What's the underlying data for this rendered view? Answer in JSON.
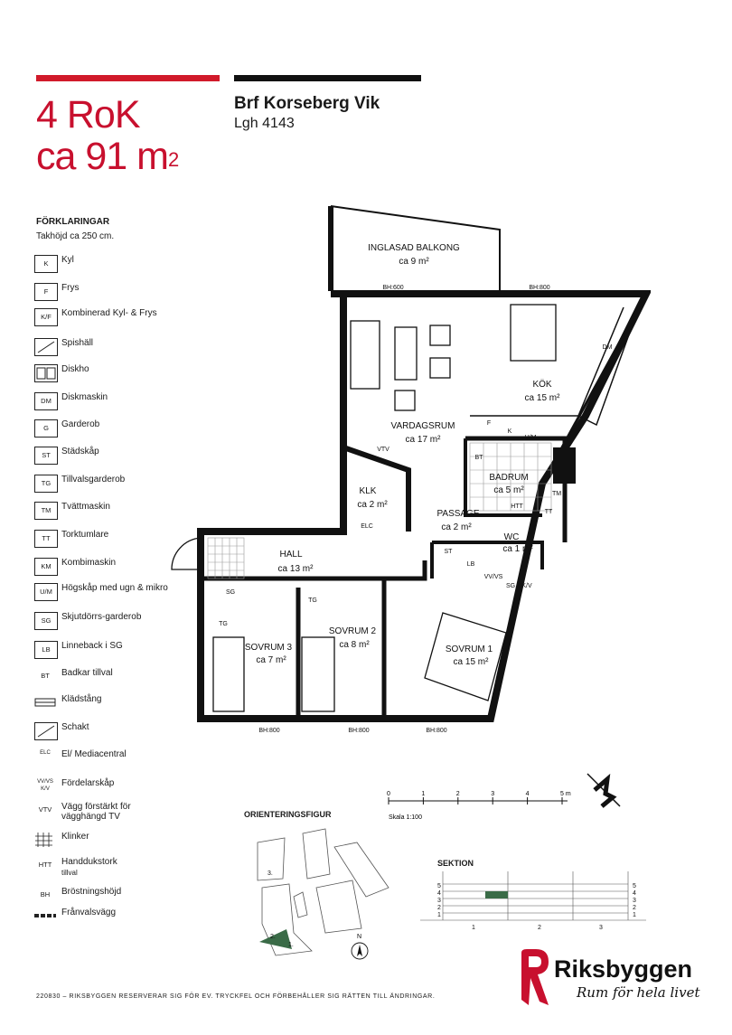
{
  "header": {
    "rooms_type": "4 RoK",
    "area_prefix": "ca 91 m",
    "area_sup": "2",
    "project": "Brf Korseberg Vik",
    "apartment": "Lgh 4143"
  },
  "legend": {
    "title": "FÖRKLARINGAR",
    "ceiling_height": "Takhöjd ca 250 cm.",
    "items": [
      {
        "code": "K",
        "label": "Kyl"
      },
      {
        "code": "F",
        "label": "Frys"
      },
      {
        "code": "K/F",
        "label": "Kombinerad Kyl- & Frys"
      },
      {
        "code": "",
        "label": "Spishäll"
      },
      {
        "code": "",
        "label": "Diskho"
      },
      {
        "code": "DM",
        "label": "Diskmaskin"
      },
      {
        "code": "G",
        "label": "Garderob"
      },
      {
        "code": "ST",
        "label": "Städskåp"
      },
      {
        "code": "TG",
        "label": "Tillvalsgarderob"
      },
      {
        "code": "TM",
        "label": "Tvättmaskin"
      },
      {
        "code": "TT",
        "label": "Torktumlare"
      },
      {
        "code": "KM",
        "label": "Kombimaskin"
      },
      {
        "code": "U/M",
        "label": "Högskåp med ugn & mikro"
      },
      {
        "code": "SG",
        "label": "Skjutdörrs-garderob"
      },
      {
        "code": "LB",
        "label": "Linneback i SG"
      },
      {
        "code": "BT",
        "label": "Badkar tillval"
      },
      {
        "code": "",
        "label": "Klädstång"
      },
      {
        "code": "",
        "label": "Schakt"
      },
      {
        "code": "ELC",
        "label": "El/ Mediacentral"
      },
      {
        "code": "VV/VS K/V",
        "label": "Fördelarskåp"
      },
      {
        "code": "VTV",
        "label": "Vägg förstärkt för vägghängd TV"
      },
      {
        "code": "",
        "label": "Klinker"
      },
      {
        "code": "HTT",
        "label": "Handdukstork",
        "note": "tillval"
      },
      {
        "code": "BH",
        "label": "Bröstningshöjd"
      },
      {
        "code": "",
        "label": "Frånvalsvägg"
      }
    ]
  },
  "plan": {
    "rooms": [
      {
        "name": "INGLASAD BALKONG",
        "area": "ca 9 m²"
      },
      {
        "name": "KÖK",
        "area": "ca 15 m²"
      },
      {
        "name": "VARDAGSRUM",
        "area": "ca 17 m²"
      },
      {
        "name": "BADRUM",
        "area": "ca 5 m²"
      },
      {
        "name": "KLK",
        "area": "ca 2 m²"
      },
      {
        "name": "PASSAGE",
        "area": "ca 2 m²"
      },
      {
        "name": "WC",
        "area": "ca 1 m²"
      },
      {
        "name": "HALL",
        "area": "ca 13 m²"
      },
      {
        "name": "SOVRUM 3",
        "area": "ca 7 m²"
      },
      {
        "name": "SOVRUM 2",
        "area": "ca 8 m²"
      },
      {
        "name": "SOVRUM 1",
        "area": "ca 15 m²"
      }
    ],
    "labels": {
      "bh600": "BH:600",
      "bh800": "BH:800",
      "dm": "DM",
      "f": "F",
      "k": "K",
      "um": "U/M",
      "bt": "BT",
      "tm": "TM",
      "tt": "TT",
      "htt": "HTT",
      "vtv": "VTV",
      "elc": "ELC",
      "st": "ST",
      "lb": "LB",
      "vvvs": "VV/VS",
      "sg": "SG",
      "kv": "K/V",
      "tg": "TG"
    }
  },
  "scale": {
    "ticks": [
      "0",
      "1",
      "2",
      "3",
      "4",
      "5 m"
    ],
    "label": "Skala 1:100"
  },
  "orientation": {
    "title": "ORIENTERINGSFIGUR",
    "markers": [
      "1.",
      "2.",
      "3."
    ],
    "north": "N"
  },
  "section": {
    "title": "SEKTION",
    "floors": [
      "5",
      "4",
      "3",
      "2",
      "1"
    ],
    "columns": [
      "1",
      "2",
      "3"
    ]
  },
  "footer": "220830 – RIKSBYGGEN RESERVERAR SIG FÖR EV. TRYCKFEL OCH FÖRBEHÅLLER SIG RÄTTEN TILL ÄNDRINGAR.",
  "brand": {
    "name": "Riksbyggen",
    "slogan": "Rum för hela livet",
    "color": "#c8102e"
  }
}
